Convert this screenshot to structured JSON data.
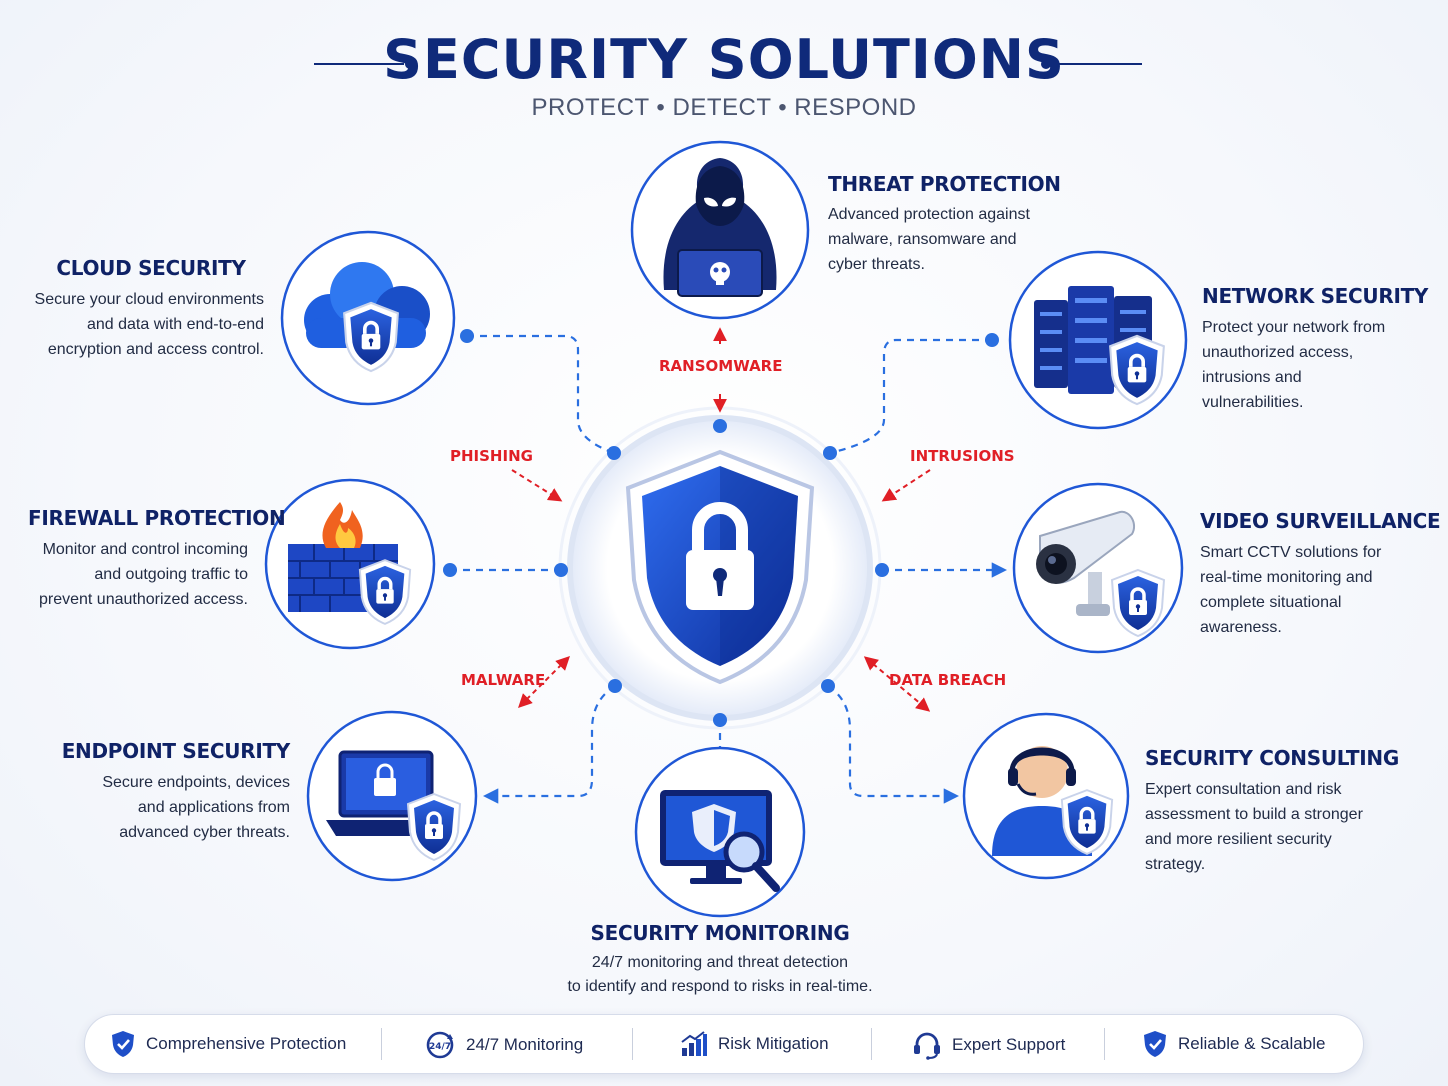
{
  "header": {
    "title": "SECURITY SOLUTIONS",
    "subtitle": "PROTECT • DETECT • RESPOND"
  },
  "services": {
    "threat_protection": {
      "title": "THREAT PROTECTION",
      "lines": [
        "Advanced protection against",
        "malware, ransomware and",
        "cyber threats."
      ]
    },
    "cloud_security": {
      "title": "CLOUD SECURITY",
      "lines": [
        "Secure your cloud environments",
        "and data with end-to-end",
        "encryption and access control."
      ]
    },
    "network_security": {
      "title": "NETWORK SECURITY",
      "lines": [
        "Protect your network from",
        "unauthorized access,",
        "intrusions and",
        "vulnerabilities."
      ]
    },
    "firewall_protection": {
      "title": "FIREWALL PROTECTION",
      "lines": [
        "Monitor and control incoming",
        "and outgoing traffic to",
        "prevent unauthorized access."
      ]
    },
    "video_surveillance": {
      "title": "VIDEO SURVEILLANCE",
      "lines": [
        "Smart CCTV solutions for",
        "real-time monitoring and",
        "complete situational",
        "awareness."
      ]
    },
    "endpoint_security": {
      "title": "ENDPOINT SECURITY",
      "lines": [
        "Secure endpoints, devices",
        "and applications from",
        "advanced cyber threats."
      ]
    },
    "security_consulting": {
      "title": "SECURITY CONSULTING",
      "lines": [
        "Expert consultation and risk",
        "assessment to build a stronger",
        "and more resilient security",
        "strategy."
      ]
    },
    "security_monitoring": {
      "title": "SECURITY MONITORING",
      "lines": [
        "24/7 monitoring and threat detection",
        "to identify and respond to risks in real-time."
      ]
    }
  },
  "threats": {
    "ransomware": "RANSOMWARE",
    "phishing": "PHISHING",
    "intrusions": "INTRUSIONS",
    "malware": "MALWARE",
    "data_breach": "DATA BREACH"
  },
  "features": [
    {
      "label": "Comprehensive Protection",
      "icon": "shield-check-icon"
    },
    {
      "label": "24/7 Monitoring",
      "icon": "clock-247-icon",
      "badge": "24/7"
    },
    {
      "label": "Risk Mitigation",
      "icon": "bar-chart-icon"
    },
    {
      "label": "Expert Support",
      "icon": "headset-icon"
    },
    {
      "label": "Reliable & Scalable",
      "icon": "shield-check-icon"
    }
  ],
  "colors": {
    "navy": "#0f2a7a",
    "blue": "#1f57d6",
    "connector": "#2a6fe0",
    "threat_red": "#e01f26",
    "fire": "#f0621f"
  }
}
